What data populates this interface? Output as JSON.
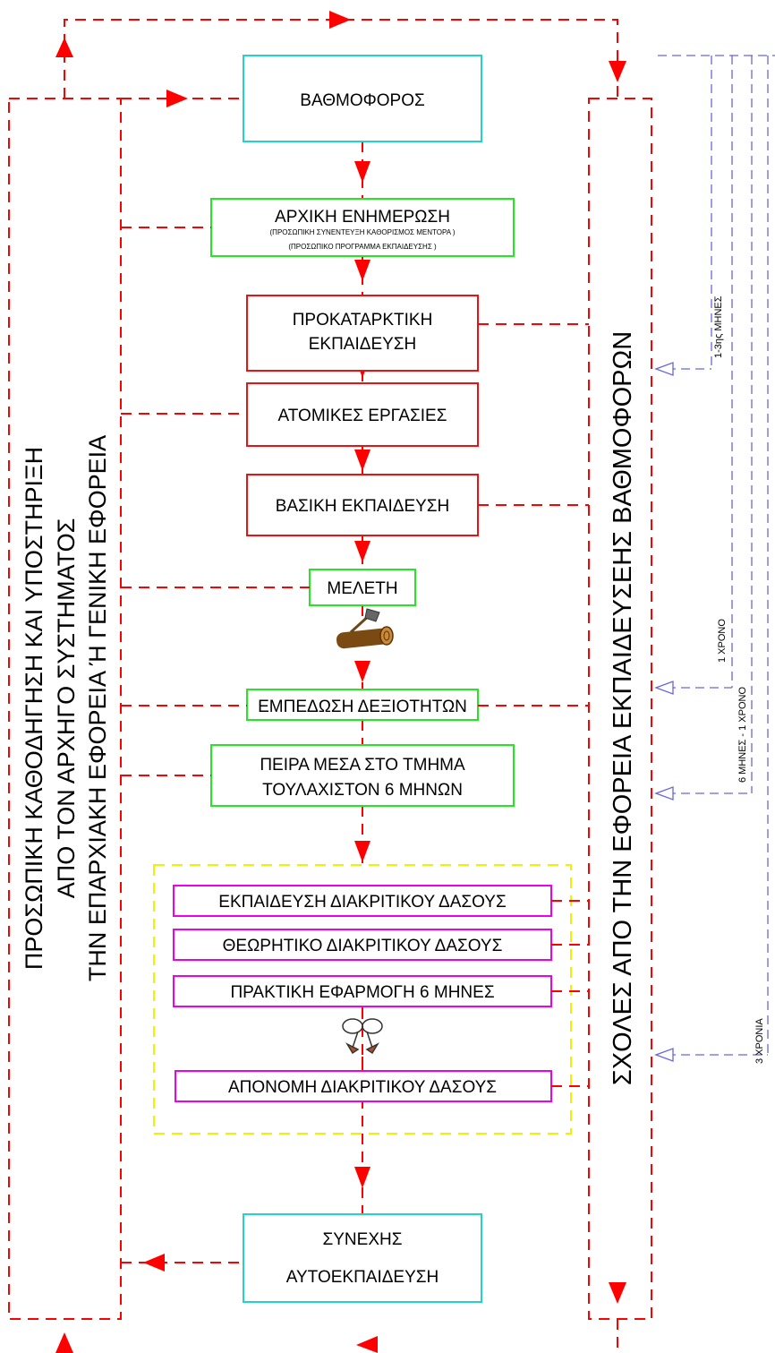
{
  "colors": {
    "flow": "#ff0000",
    "timeline": "#6666dd",
    "cyan": "#22d3c8",
    "green": "#22e822",
    "red": "#ee1111",
    "magenta": "#ee00ee",
    "yellow": "#f0f000"
  },
  "left_panel": {
    "line1": "ΠΡΟΣΩΠΙΚΗ ΚΑΘΟΔΗΓΗΣΗ ΚΑΙ ΥΠΟΣΤΗΡΙΞΗ",
    "line2": "ΑΠΟ ΤΟΝ ΑΡΧΗΓΟ ΣΥΣΤΗΜΑΤΟΣ",
    "line3": "ΤΗΝ ΕΠΑΡΧΙΑΚΗ ΕΦΟΡΕΙΑ Ή ΓΕΝΙΚΗ ΕΦΟΡΕΙΑ"
  },
  "right_panel": {
    "line1": "ΣΧΟΛΕΣ ΑΠΟ ΤΗΝ ΕΦΟΡΕΙΑ ΕΚΠΑΙΔΕΥΣΕΗΣ ΒΑΘΜΟΦΟΡΩΝ"
  },
  "boxes": {
    "vathmoforos": "ΒΑΘΜΟΦΟΡΟΣ",
    "arxiki_title": "ΑΡΧΙΚΗ ΕΝΗΜΕΡΩΣΗ",
    "arxiki_sub1": "(ΠΡΟΣΩΠΙΚΗ ΣΥΝΕΝΤΕΥΞΗ ΚΑΘΟΡΙΣΜΟΣ ΜΕΝΤΟΡΑ )",
    "arxiki_sub2": "(ΠΡΟΣΩΠΙΚΟ ΠΡΟΓΡΑΜΜΑ ΕΚΠΑΙΔΕΥΣΗΣ )",
    "prokatarktiki_1": "ΠΡΟΚΑΤΑΡΚΤΙΚΗ",
    "prokatarktiki_2": "ΕΚΠΑΙΔΕΥΣΗ",
    "atomikes": "ΑΤΟΜΙΚΕΣ ΕΡΓΑΣΙΕΣ",
    "vasiki": "ΒΑΣΙΚΗ ΕΚΠΑΙΔΕΥΣΗ",
    "meleti": "ΜΕΛΕΤΗ",
    "empedosi": "ΕΜΠΕΔΩΣΗ ΔΕΞΙΟΤΗΤΩΝ",
    "peira_1": "ΠΕΙΡΑ ΜΕΣΑ ΣΤΟ ΤΜΗΜΑ",
    "peira_2": "ΤΟΥΛΑΧΙΣΤΟΝ 6 ΜΗΝΩΝ",
    "ekp_diakritikou": "ΕΚΠΑΙΔΕΥΣΗ ΔΙΑΚΡΙΤΙΚΟΥ ΔΑΣΟΥΣ",
    "theoritiko": "ΘΕΩΡΗΤΙΚΟ ΔΙΑΚΡΙΤΙΚΟΥ ΔΑΣΟΥΣ",
    "praktiki": "ΠΡΑΚΤΙΚΗ ΕΦΑΡΜΟΓΗ 6 ΜΗΝΕΣ",
    "aponomi": "ΑΠΟΝΟΜΗ ΔΙΑΚΡΙΤΙΚΟΥ ΔΑΣΟΥΣ",
    "synexis_1": "ΣΥΝΕΧΗΣ",
    "synexis_2": "ΑΥΤΟΕΚΠΑΙΔΕΥΣΗ"
  },
  "timeline": {
    "t1": "1-3ης ΜΗΝΕΣ",
    "t2": "1 ΧΡΟΝΟ",
    "t3": "6 ΜΗΝΕΣ - 1  ΧΡΟΝΟ",
    "t4": "3 ΧΡΟΝΙΑ"
  }
}
